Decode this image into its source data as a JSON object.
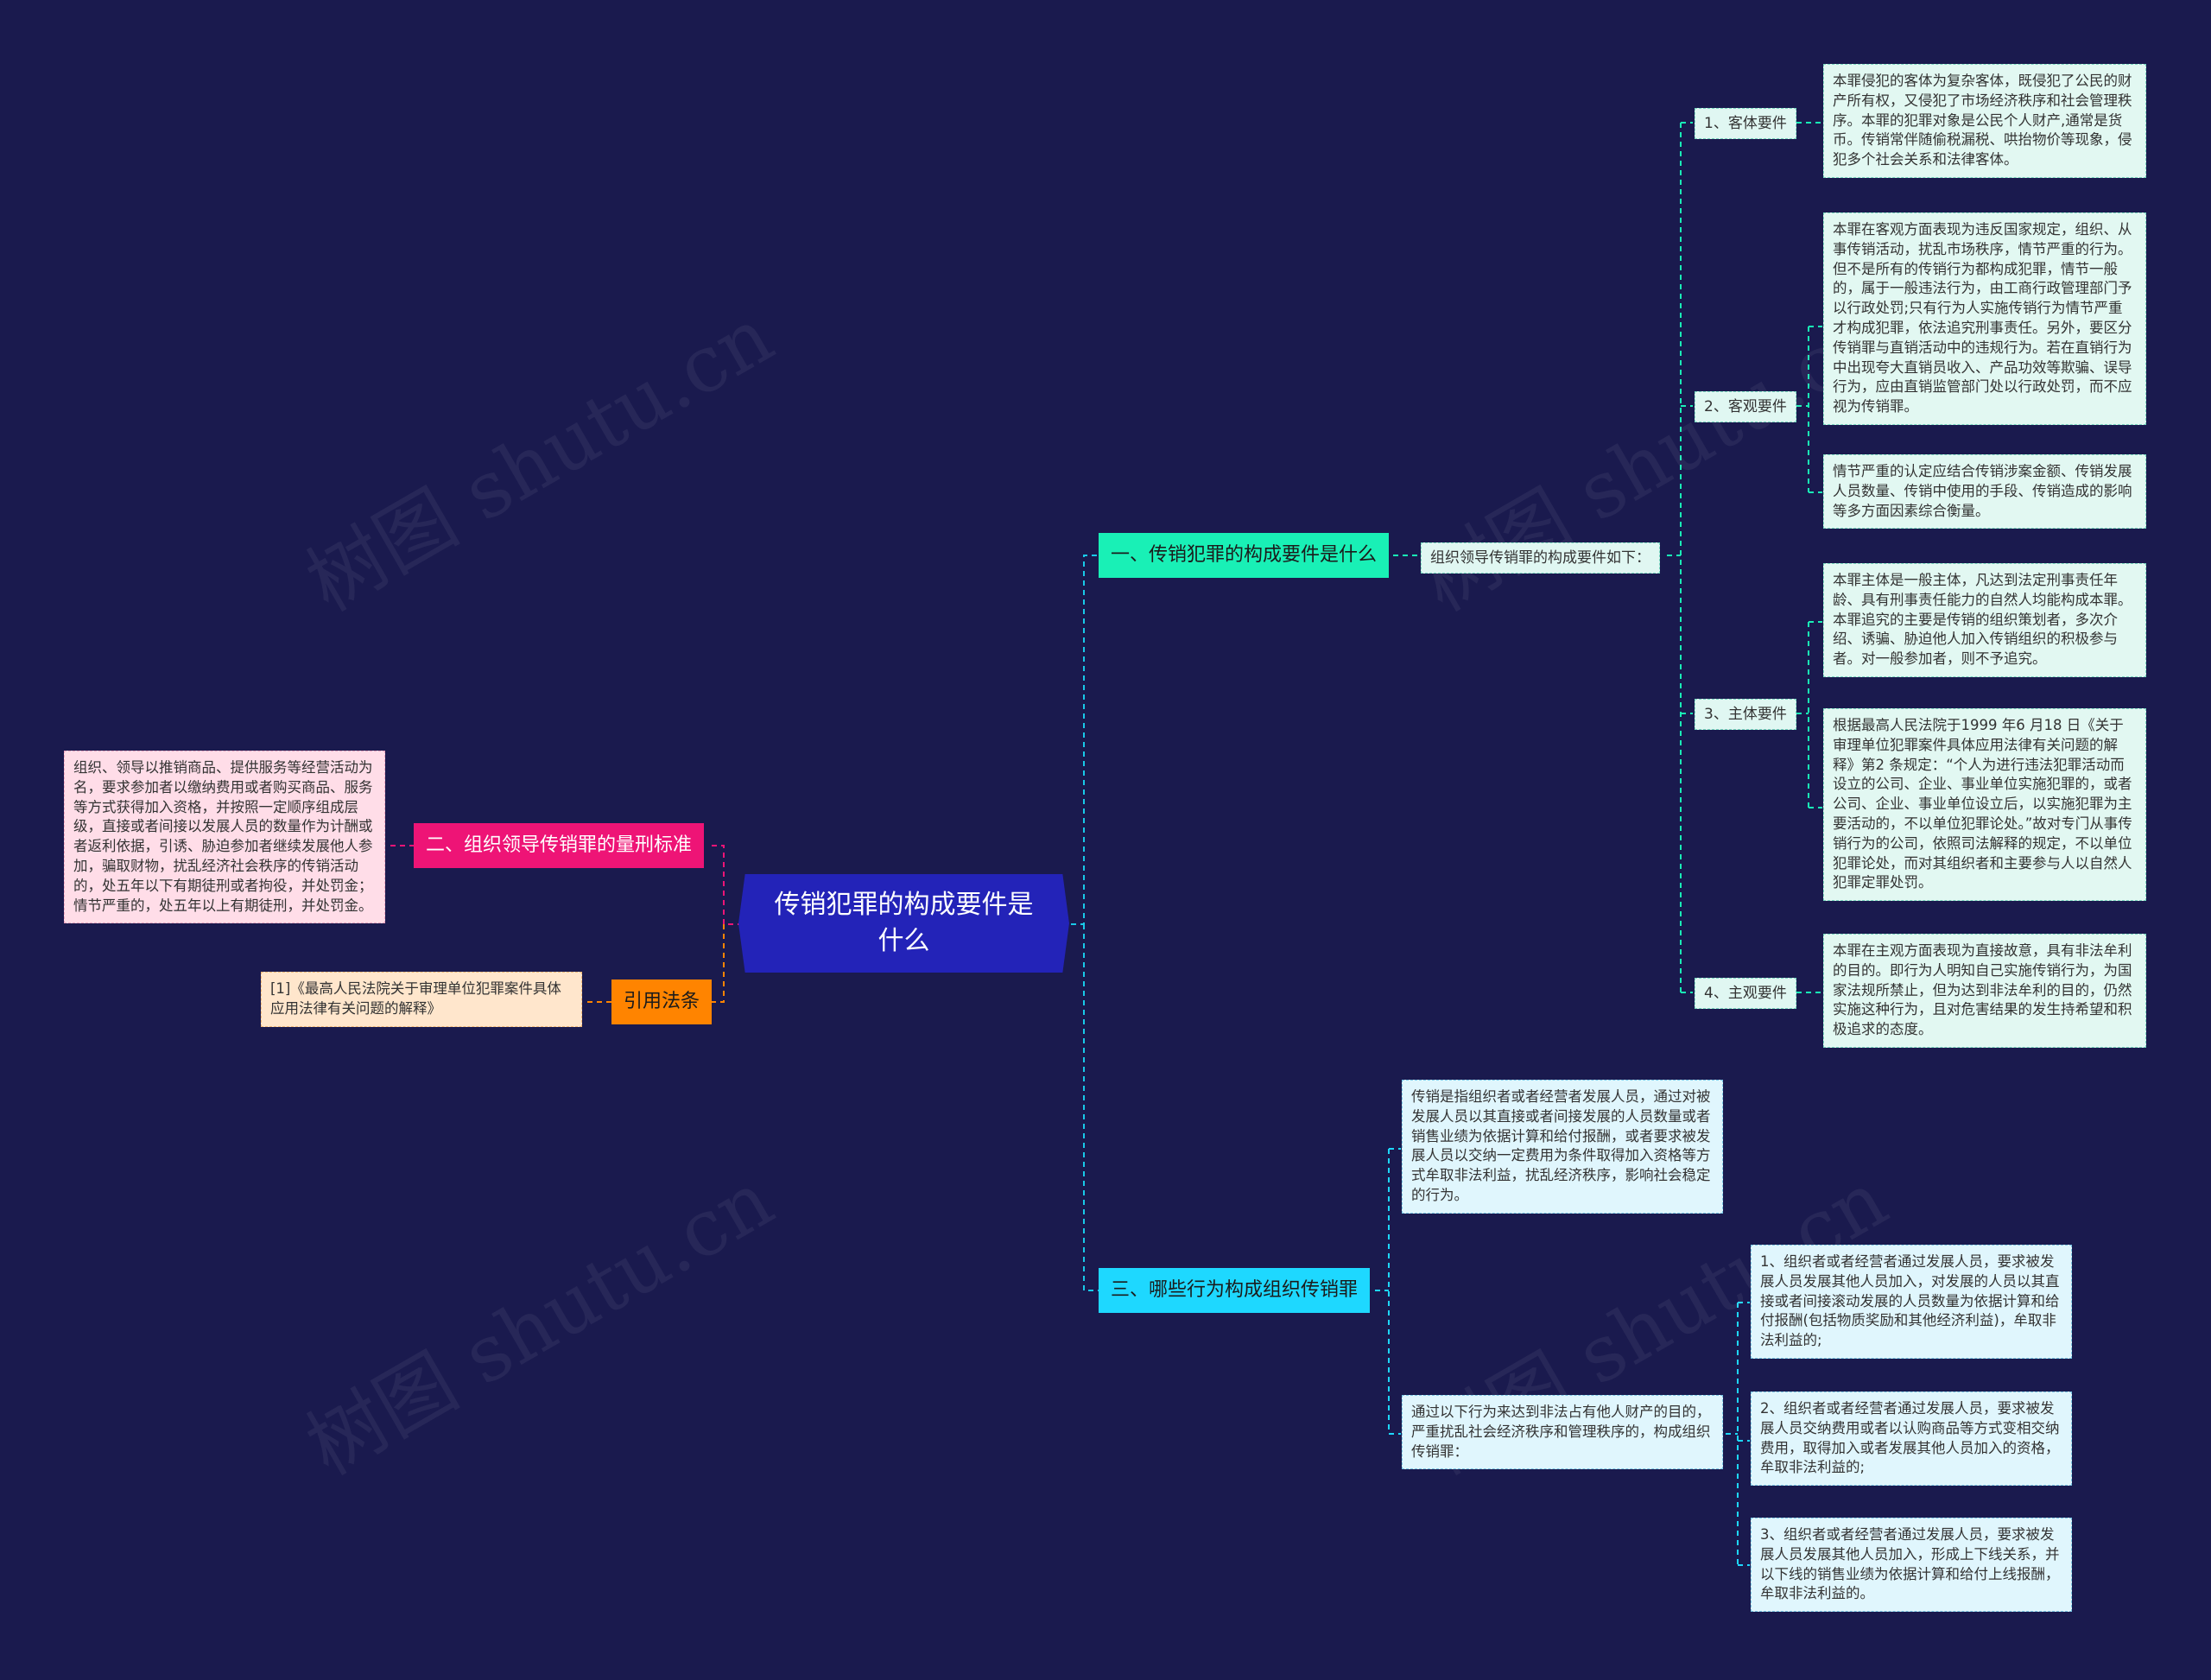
{
  "root": {
    "title": "传销犯罪的构成要件是什么"
  },
  "branch1": {
    "title": "一、传销犯罪的构成要件是什么",
    "intro": "组织领导传销罪的构成要件如下：",
    "items": [
      {
        "label": "1、客体要件",
        "texts": [
          "本罪侵犯的客体为复杂客体，既侵犯了公民的财产所有权，又侵犯了市场经济秩序和社会管理秩序。本罪的犯罪对象是公民个人财产,通常是货币。传销常伴随偷税漏税、哄抬物价等现象，侵犯多个社会关系和法律客体。"
        ]
      },
      {
        "label": "2、客观要件",
        "texts": [
          "本罪在客观方面表现为违反国家规定，组织、从事传销活动，扰乱市场秩序，情节严重的行为。但不是所有的传销行为都构成犯罪，情节一般的，属于一般违法行为，由工商行政管理部门予以行政处罚;只有行为人实施传销行为情节严重才构成犯罪，依法追究刑事责任。另外，要区分传销罪与直销活动中的违规行为。若在直销行为中出现夸大直销员收入、产品功效等欺骗、误导行为，应由直销监管部门处以行政处罚，而不应视为传销罪。",
          "情节严重的认定应结合传销涉案金额、传销发展人员数量、传销中使用的手段、传销造成的影响等多方面因素综合衡量。"
        ]
      },
      {
        "label": "3、主体要件",
        "texts": [
          "本罪主体是一般主体，凡达到法定刑事责任年龄、具有刑事责任能力的自然人均能构成本罪。本罪追究的主要是传销的组织策划者，多次介绍、诱骗、胁迫他人加入传销组织的积极参与者。对一般参加者，则不予追究。",
          "根据最高人民法院于1999 年6 月18 日《关于审理单位犯罪案件具体应用法律有关问题的解释》第2 条规定：“个人为进行违法犯罪活动而设立的公司、企业、事业单位实施犯罪的，或者公司、企业、事业单位设立后，以实施犯罪为主要活动的，不以单位犯罪论处。”故对专门从事传销行为的公司，依照司法解释的规定，不以单位犯罪论处，而对其组织者和主要参与人以自然人犯罪定罪处罚。"
        ]
      },
      {
        "label": "4、主观要件",
        "texts": [
          "本罪在主观方面表现为直接故意，具有非法牟利的目的。即行为人明知自己实施传销行为，为国家法规所禁止，但为达到非法牟利的目的，仍然实施这种行为，且对危害结果的发生持希望和积极追求的态度。"
        ]
      }
    ]
  },
  "branch3": {
    "title": "三、哪些行为构成组织传销罪",
    "definition": "传销是指组织者或者经营者发展人员，通过对被发展人员以其直接或者间接发展的人员数量或者销售业绩为依据计算和给付报酬，或者要求被发展人员以交纳一定费用为条件取得加入资格等方式牟取非法利益，扰乱经济秩序，影响社会稳定的行为。",
    "condition": "通过以下行为来达到非法占有他人财产的目的，严重扰乱社会经济秩序和管理秩序的，构成组织传销罪：",
    "acts": [
      "1、组织者或者经营者通过发展人员，要求被发展人员发展其他人员加入，对发展的人员以其直接或者间接滚动发展的人员数量为依据计算和给付报酬(包括物质奖励和其他经济利益)，牟取非法利益的;",
      "2、组织者或者经营者通过发展人员，要求被发展人员交纳费用或者以认购商品等方式变相交纳费用，取得加入或者发展其他人员加入的资格，牟取非法利益的;",
      "3、组织者或者经营者通过发展人员，要求被发展人员发展其他人员加入，形成上下线关系，并以下线的销售业绩为依据计算和给付上线报酬，牟取非法利益的。"
    ]
  },
  "branch2": {
    "title": "二、组织领导传销罪的量刑标准",
    "text": "组织、领导以推销商品、提供服务等经营活动为名，要求参加者以缴纳费用或者购买商品、服务等方式获得加入资格，并按照一定顺序组成层级，直接或者间接以发展人员的数量作为计酬或者返利依据，引诱、胁迫参加者继续发展他人参加，骗取财物，扰乱经济社会秩序的传销活动的，处五年以下有期徒刑或者拘役，并处罚金；情节严重的，处五年以上有期徒刑，并处罚金。"
  },
  "branch4": {
    "title": "引用法条",
    "text": "[1]《最高人民法院关于审理单位犯罪案件具体应用法律有关问题的解释》"
  },
  "watermark": "树图 shutu.cn",
  "colors": {
    "background": "#1a1a4e",
    "root": "#2323b8",
    "branch1": "#19f0b6",
    "branch3": "#1ed8ff",
    "branch2": "#ee1476",
    "branch4": "#ff8400"
  }
}
